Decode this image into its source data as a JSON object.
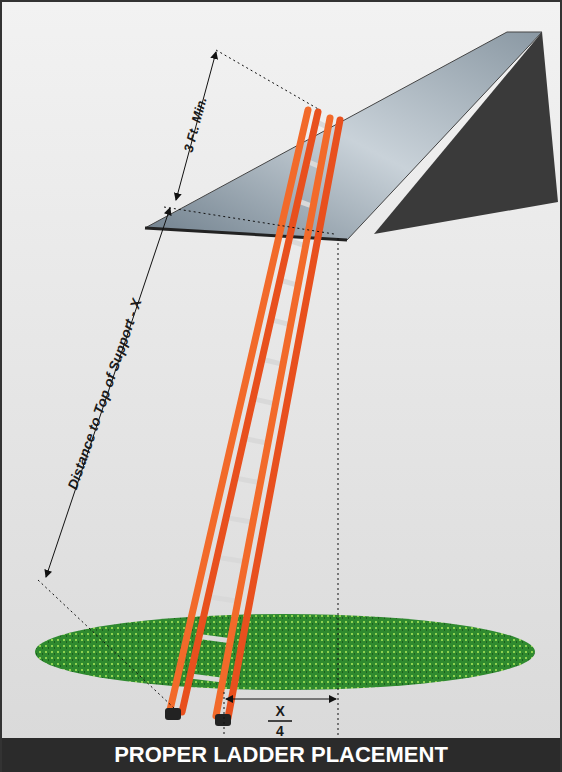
{
  "diagram": {
    "title": "PROPER LADDER PLACEMENT",
    "labels": [
      "3 Ft. Min.",
      "Distance to Top of Support - X",
      "X",
      "4"
    ]
  }
}
